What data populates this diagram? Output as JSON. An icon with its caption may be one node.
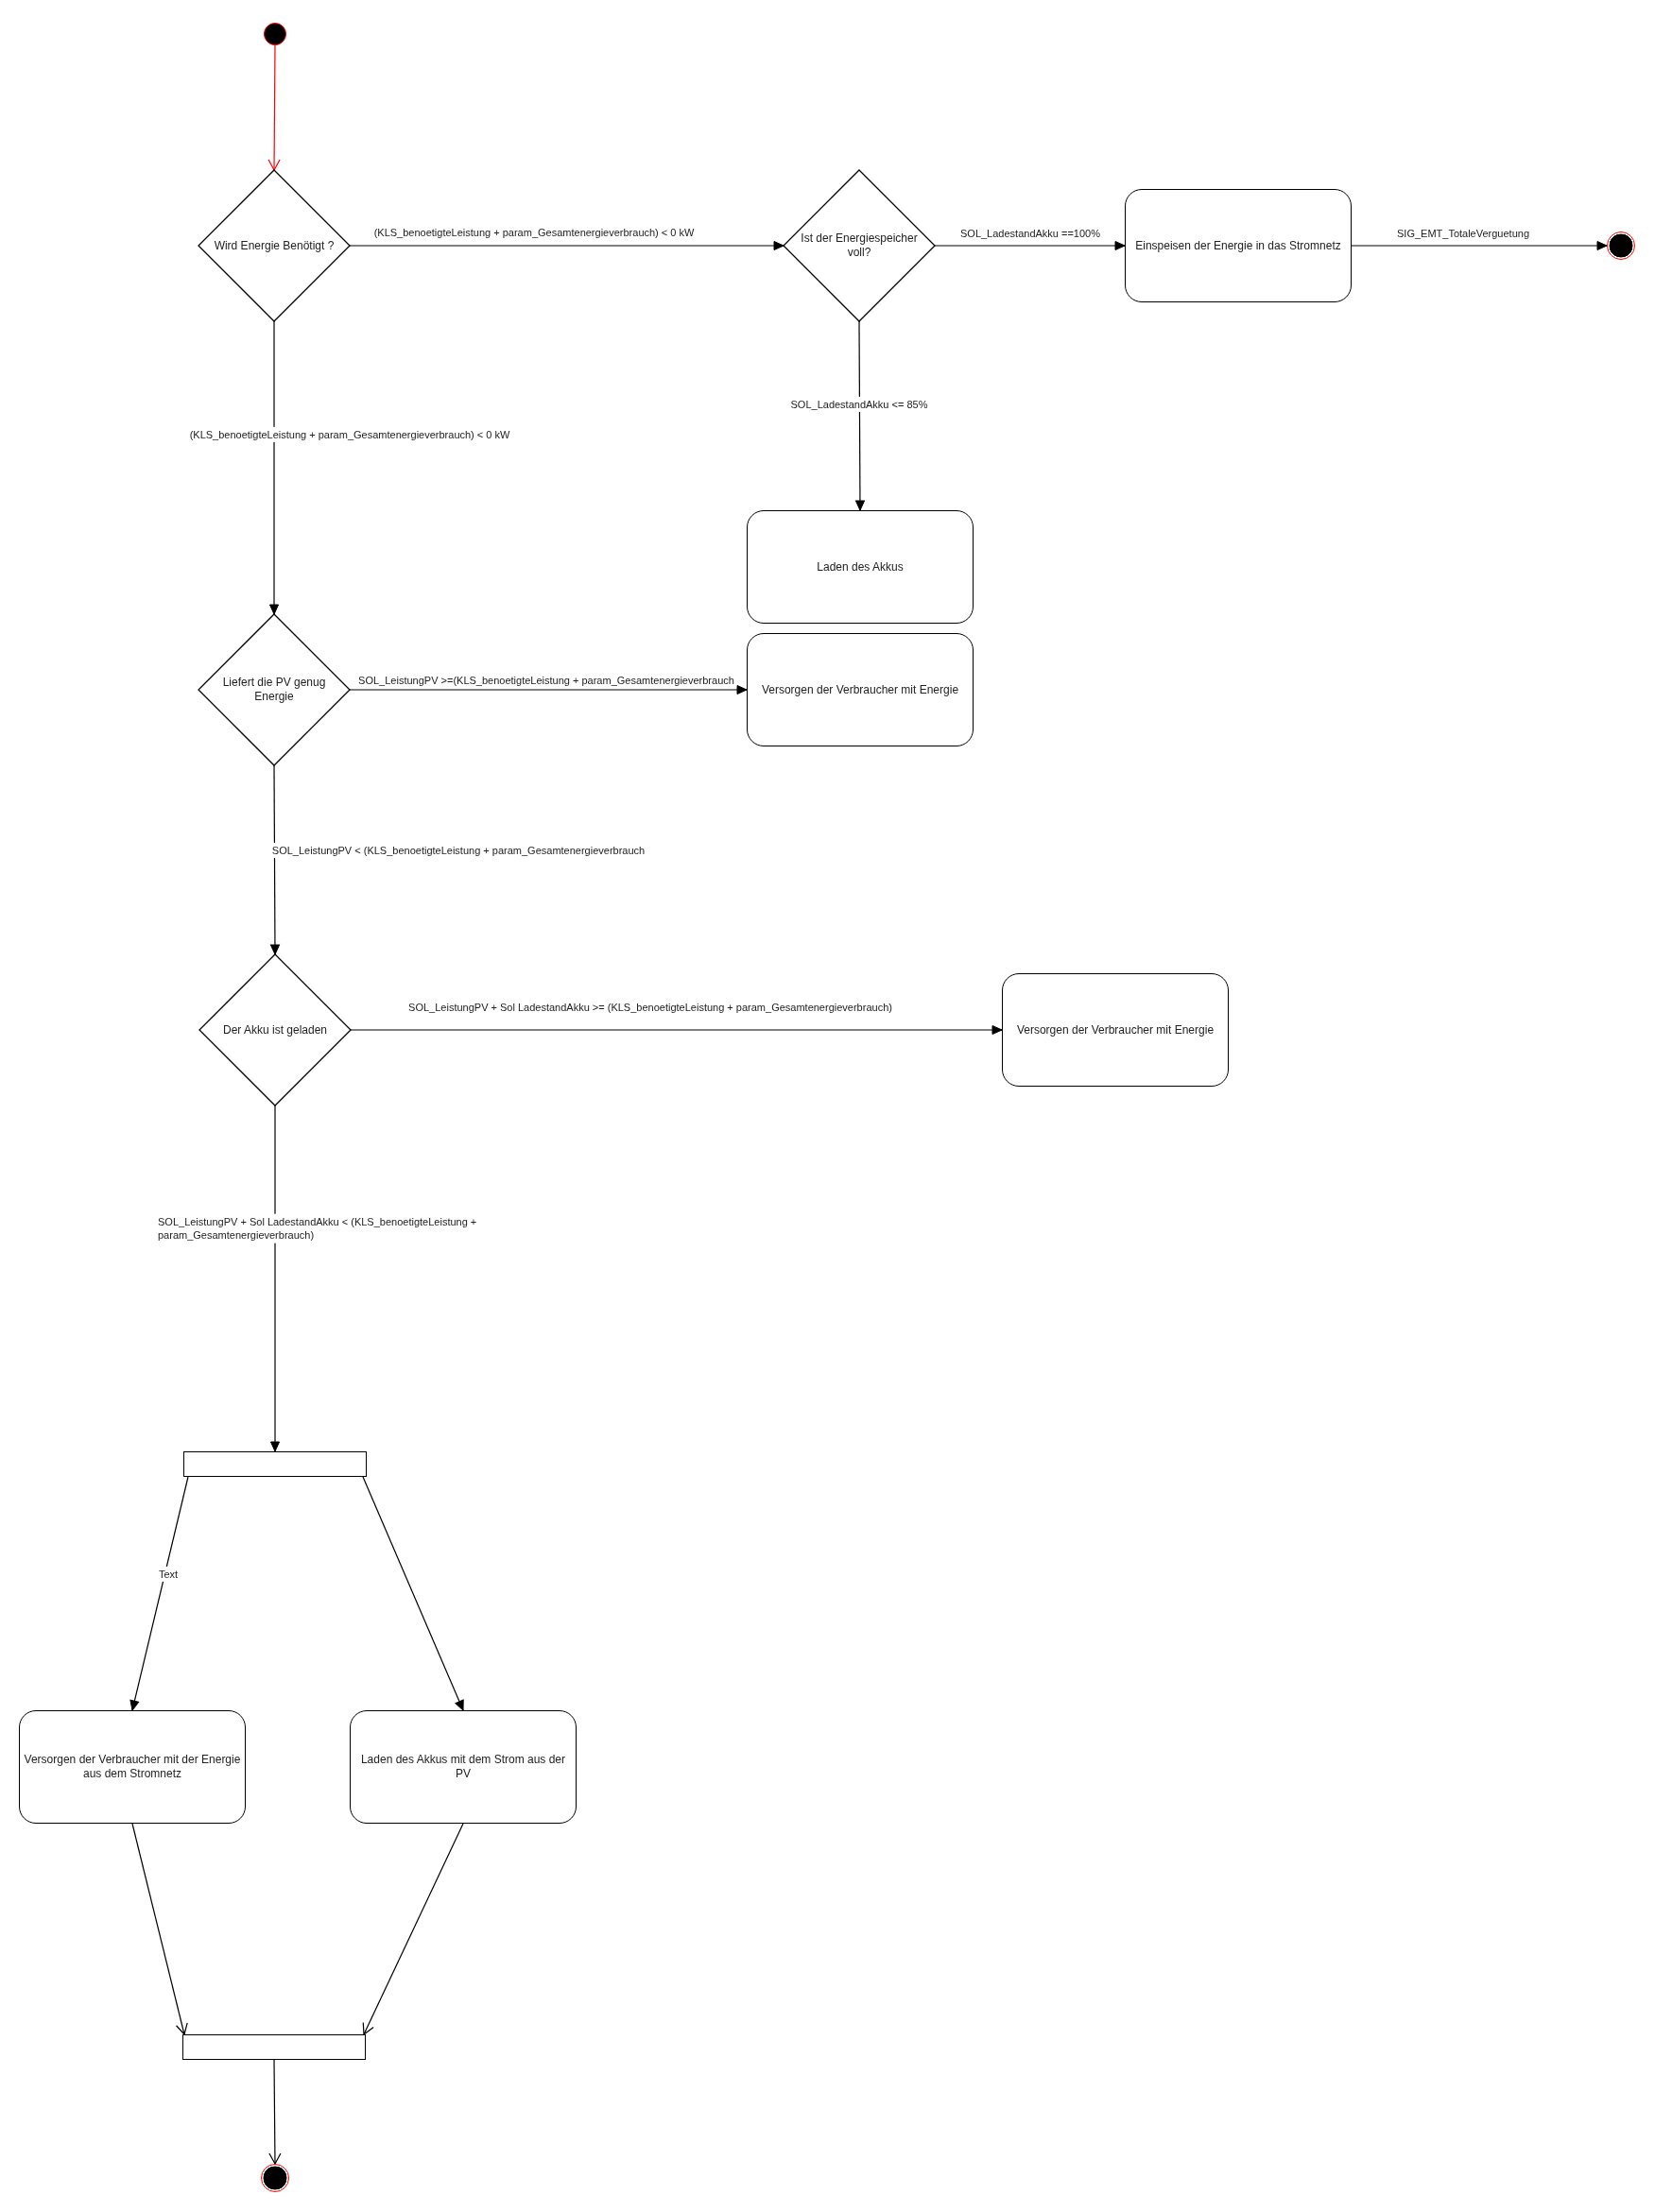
{
  "diagram": {
    "nodes": [
      {
        "text": [],
        "shape": "circle"
      },
      {
        "text": [
          "Wird Energie Benötigt ?"
        ]
      },
      {
        "text": [
          "Ist der Energiespeicher voll?"
        ]
      },
      {
        "text": [
          "Einspeisen der Energie in das Stromnetz"
        ]
      },
      {
        "text": [],
        "shape": "circle"
      },
      {
        "text": [
          "Laden des Akkus"
        ]
      },
      {
        "text": [
          "Liefert die PV genug Energie"
        ]
      },
      {
        "text": [
          "Versorgen der Verbraucher mit Energie"
        ]
      },
      {
        "text": [
          "Der Akku ist geladen"
        ]
      },
      {
        "text": [
          "Versorgen der Verbraucher mit Energie"
        ]
      },
      {
        "text": [],
        "shape": "bar"
      },
      {
        "text": [
          "Versorgen der Verbraucher mit der Energie aus dem Stromnetz"
        ]
      },
      {
        "text": [
          "Laden des Akkus mit dem Strom aus der PV"
        ]
      },
      {
        "text": [],
        "shape": "bar"
      },
      {
        "text": [],
        "shape": "circle"
      }
    ],
    "edges": [
      {
        "from": 0,
        "to": 1,
        "arrow": "to",
        "color": "#ff0000"
      },
      {
        "from": 1,
        "to": 2,
        "arrow": "to",
        "label": "(KLS_benoetigteLeistung + param_Gesamtenergieverbrauch) < 0 kW"
      },
      {
        "from": 1,
        "to": 6,
        "arrow": "to",
        "label": "(KLS_benoetigteLeistung + param_Gesamtenergieverbrauch) < 0 kW"
      },
      {
        "from": 2,
        "to": 3,
        "arrow": "to",
        "label": "SOL_LadestandAkku ==100%"
      },
      {
        "from": 2,
        "to": 5,
        "arrow": "to",
        "label": "SOL_LadestandAkku <= 85%"
      },
      {
        "from": 3,
        "to": 4,
        "arrow": "to",
        "label": "SIG_EMT_TotaleVerguetung"
      },
      {
        "from": 6,
        "to": 7,
        "arrow": "to",
        "label": "SOL_LeistungPV >=(KLS_benoetigteLeistung + param_Gesamtenergieverbrauch"
      },
      {
        "from": 6,
        "to": 8,
        "arrow": "to",
        "label": "SOL_LeistungPV < (KLS_benoetigteLeistung + param_Gesamtenergieverbrauch"
      },
      {
        "from": 8,
        "to": 9,
        "arrow": "to",
        "label": "SOL_LeistungPV + Sol LadestandAkku >= (KLS_benoetigteLeistung + param_Gesamtenergieverbrauch)"
      },
      {
        "from": 8,
        "to": 10,
        "arrow": "to",
        "label": "SOL_LeistungPV + Sol LadestandAkku < (KLS_benoetigteLeistung + param_Gesamtenergieverbrauch)"
      },
      {
        "from": 10,
        "to": 11,
        "arrow": "to",
        "label": "Text"
      },
      {
        "from": 10,
        "to": 12,
        "arrow": "to"
      },
      {
        "from": 11,
        "to": 13,
        "arrow": "to"
      },
      {
        "from": 12,
        "to": 13,
        "arrow": "to"
      },
      {
        "from": 13,
        "to": 14,
        "arrow": "to"
      }
    ]
  }
}
